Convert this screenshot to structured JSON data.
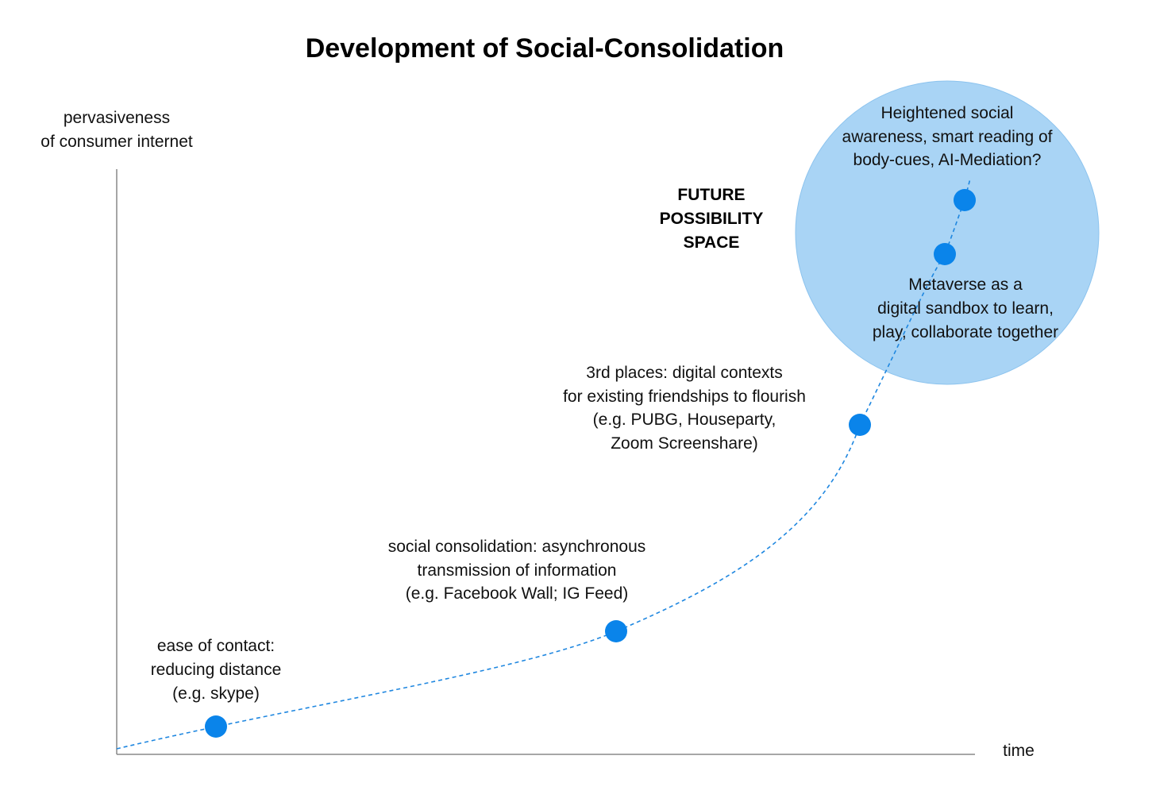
{
  "title": "Development of Social-Consolidation",
  "axes": {
    "y_label": [
      "pervasiveness",
      "of consumer internet"
    ],
    "x_label": "time"
  },
  "future_space": {
    "label": [
      "FUTURE",
      "POSSIBILITY",
      "SPACE"
    ],
    "fill": "#a9d4f5",
    "stroke": "#8cc3ee"
  },
  "curve": {
    "color": "#1f87e0",
    "style": "dashed"
  },
  "milestones": [
    {
      "lines": [
        "ease of contact:",
        "reducing distance",
        "(e.g. skype)"
      ]
    },
    {
      "lines": [
        "social consolidation:  asynchronous",
        "transmission of information",
        "(e.g. Facebook Wall; IG Feed)"
      ]
    },
    {
      "lines": [
        "3rd places: digital contexts",
        "for existing friendships to flourish",
        "(e.g. PUBG, Houseparty,",
        "Zoom Screenshare)"
      ]
    },
    {
      "lines": [
        "Metaverse as a",
        "digital sandbox to learn,",
        "play, collaborate together"
      ]
    },
    {
      "lines": [
        "Heightened social",
        "awareness, smart reading of",
        "body-cues, AI-Mediation?"
      ]
    }
  ],
  "colors": {
    "dot": "#0a84ea",
    "axis": "#888888"
  }
}
